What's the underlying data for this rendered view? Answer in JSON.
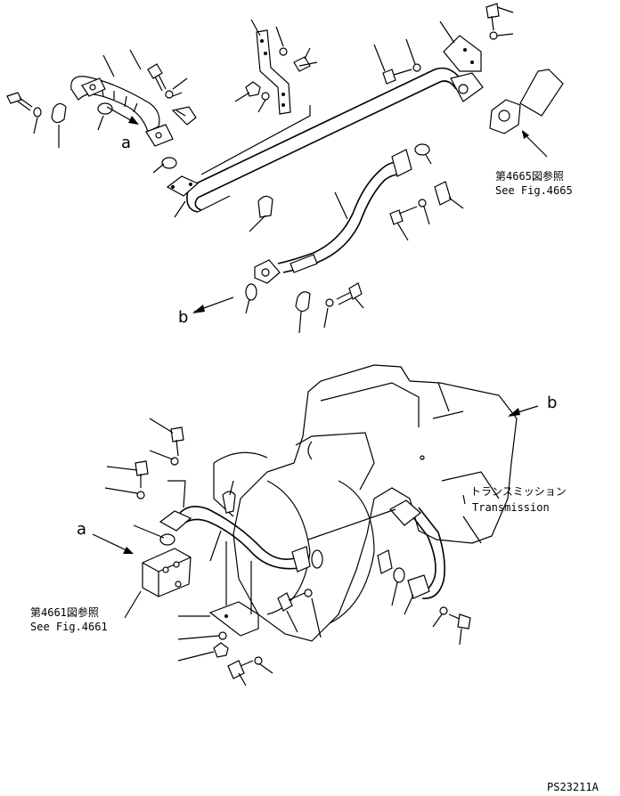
{
  "callouts": {
    "a_top": "a",
    "a_bottom": "a",
    "b_left": "b",
    "b_right": "b"
  },
  "references": {
    "fig4665_jp": "第4665図参照",
    "fig4665_en": "See Fig.4665",
    "fig4661_jp": "第4661図参照",
    "fig4661_en": "See Fig.4661"
  },
  "transmission": {
    "label_jp": "トランスミッション",
    "label_en": "Transmission"
  },
  "drawing_number": "PS23211A"
}
